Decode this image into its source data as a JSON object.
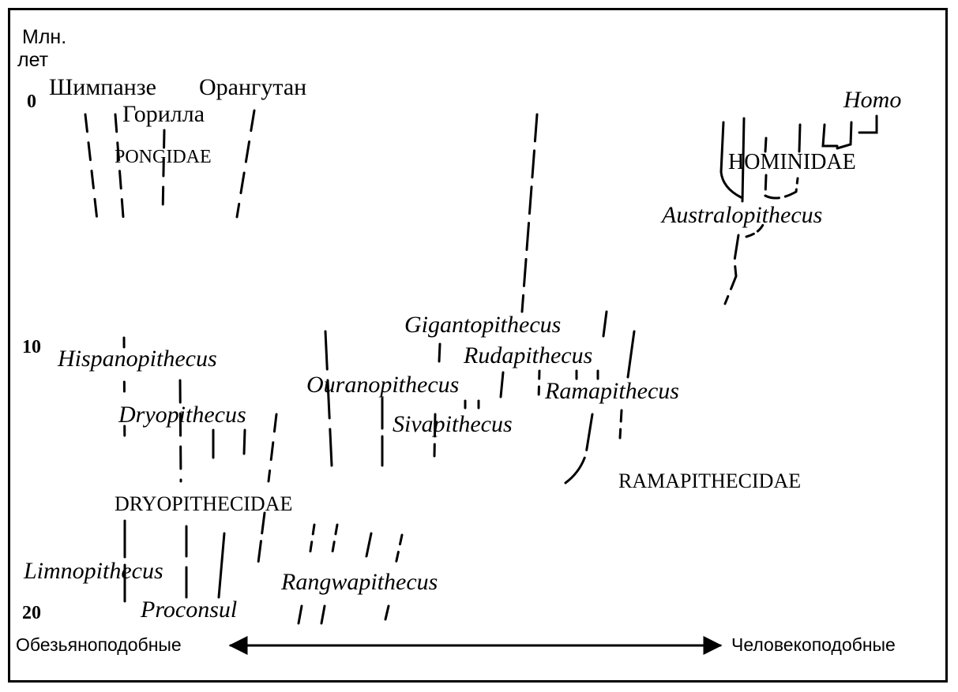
{
  "axis": {
    "unit_line1": "Млн.",
    "unit_line2": "лет",
    "tick_0": "0",
    "tick_10": "10",
    "tick_20": "20"
  },
  "extant": {
    "chimp": "Шимпанзе",
    "gorilla": "Горилла",
    "orang": "Орангутан"
  },
  "families": {
    "pongidae": "PONGIDAE",
    "hominidae": "HOMINIDAE",
    "dryopithecidae": "DRYOPITHECIDAE",
    "ramapithecidae": "RAMAPITHECIDAE"
  },
  "genera": {
    "homo": "Homo",
    "australopithecus": "Australopithecus",
    "gigantopithecus": "Gigantopithecus",
    "rudapithecus": "Rudapithecus",
    "ramapithecus": "Ramapithecus",
    "ouranopithecus": "Ouranopithecus",
    "sivapithecus": "Sivapithecus",
    "hispanopithecus": "Hispanopithecus",
    "dryopithecus": "Dryopithecus",
    "limnopithecus": "Limnopithecus",
    "proconsul": "Proconsul",
    "rangwapithecus": "Rangwapithecus"
  },
  "spectrum": {
    "left": "Обезьяноподобные",
    "right": "Человекоподобные"
  }
}
